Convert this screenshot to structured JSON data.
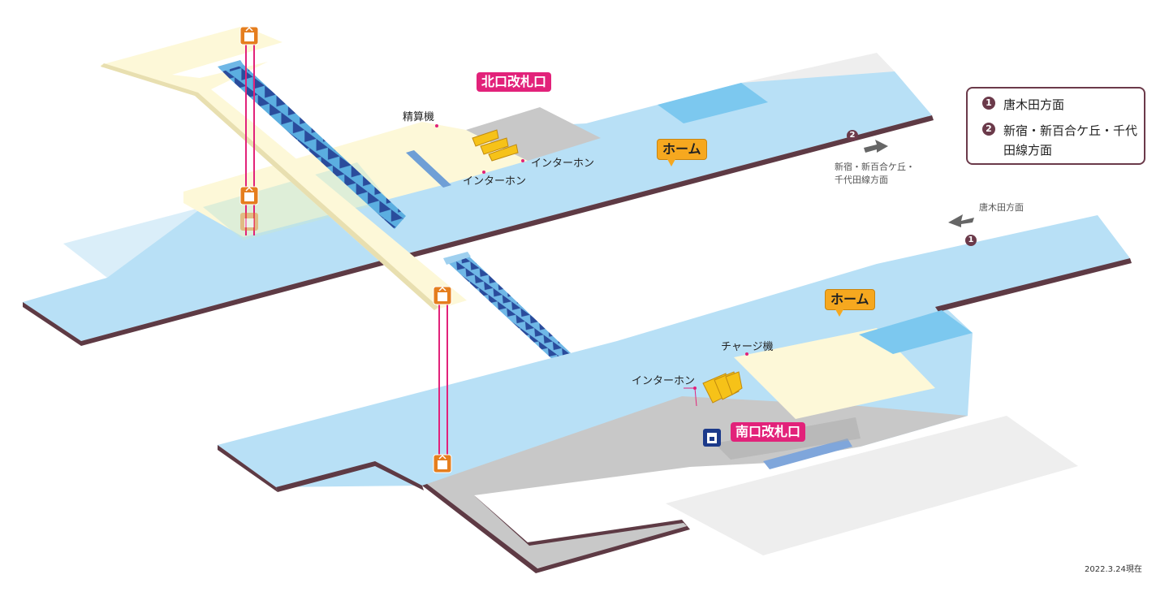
{
  "gates": {
    "north": "北口改札口",
    "south": "南口改札口"
  },
  "platforms": {
    "upper": "ホーム",
    "lower": "ホーム"
  },
  "facilities": {
    "fare_adjustment_north": "精算機",
    "intercom_north_1": "インターホン",
    "intercom_north_2": "インターホン",
    "charge_machine": "チャージ機",
    "intercom_south": "インターホン"
  },
  "directions": {
    "dir1": {
      "num": "1",
      "badge": "❶",
      "label": "唐木田方面"
    },
    "dir2": {
      "num": "2",
      "badge": "❷",
      "label": "新宿・新百合ケ丘・千代田線方面",
      "label_map_line1": "新宿・新百合ケ丘・",
      "label_map_line2": "千代田線方面"
    }
  },
  "legend": {
    "items": [
      {
        "num": "1",
        "text": "唐木田方面"
      },
      {
        "num": "2",
        "text": "新宿・新百合ケ丘・千代田線方面"
      }
    ]
  },
  "date_stamp": "2022.3.24現在",
  "icons": {
    "elevator": "elevator-icon",
    "toilet": "restroom-icon",
    "escalator": "escalator",
    "ticket_gate": "ticket-gate"
  },
  "colors": {
    "platform": "#b8e0f6",
    "platform_edge": "#5e3a44",
    "concourse": "#fdf8d8",
    "gray_area": "#c8c8c8",
    "escalator": "#5baee0",
    "escalator_steps": "#2a4c9c",
    "gate_tag": "#e2227a",
    "home_tag": "#f6a81f",
    "elevator_shaft": "#e2227a",
    "gates_yellow": "#f6c218"
  }
}
